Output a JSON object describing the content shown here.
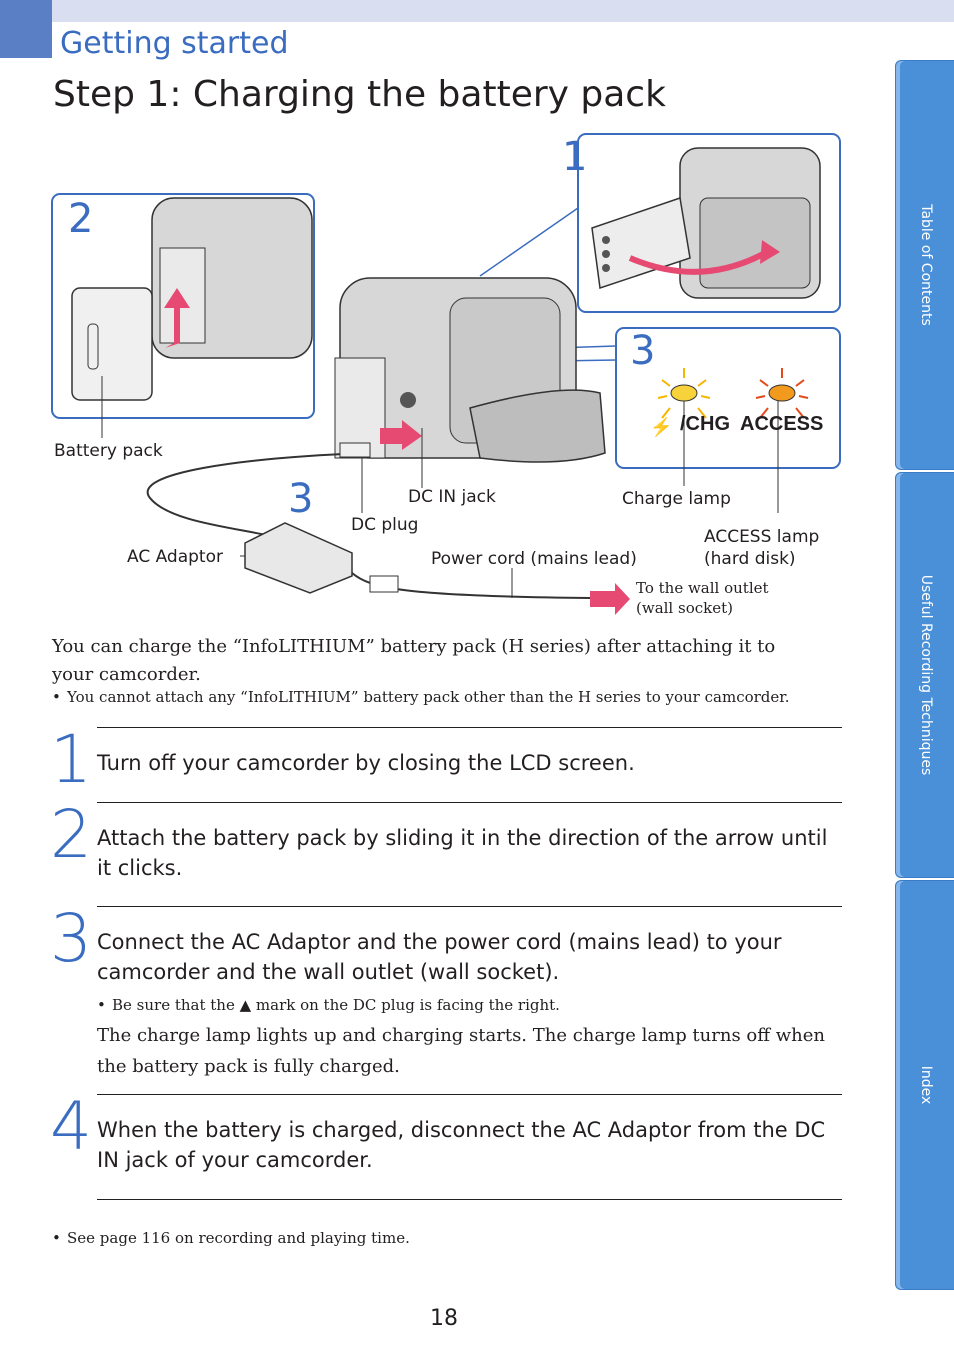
{
  "header": {
    "section": "Getting started",
    "title": "Step 1: Charging the battery pack"
  },
  "figure": {
    "panel_numbers": [
      "1",
      "2",
      "3",
      "3"
    ],
    "labels": {
      "battery_pack": "Battery pack",
      "dc_in_jack": "DC IN jack",
      "dc_plug": "DC plug",
      "charge_lamp": "Charge lamp",
      "access_lamp": "ACCESS lamp\n(hard disk)",
      "ac_adaptor": "AC Adaptor",
      "power_cord": "Power cord (mains lead)",
      "wall_outlet": "To the wall outlet\n(wall socket)",
      "chg_mark": "/CHG",
      "access_mark": "ACCESS"
    }
  },
  "intro": {
    "text": "You can charge the “InfoLITHIUM” battery pack (H series) after attaching it to your camcorder.",
    "note": "You cannot attach any “InfoLITHIUM” battery pack other than the H series to your camcorder."
  },
  "steps": [
    {
      "num": "1",
      "text": "Turn off your camcorder by closing the LCD screen."
    },
    {
      "num": "2",
      "text": "Attach the battery pack by sliding it in the direction of the arrow until it clicks."
    },
    {
      "num": "3",
      "text": "Connect the AC Adaptor and the power cord (mains lead) to your camcorder and the wall outlet (wall socket).",
      "note": "Be sure that the ▲ mark on the DC plug is facing the right.",
      "body": "The charge lamp lights up and charging starts. The charge lamp turns off when the battery pack is fully charged."
    },
    {
      "num": "4",
      "text": "When the battery is charged, disconnect the AC Adaptor from the DC IN jack of your camcorder."
    }
  ],
  "footer_note": "See page 116 on recording and playing time.",
  "page_number": "18",
  "side_tabs": [
    "Table of Contents",
    "Useful Recording Techniques",
    "Index"
  ],
  "colors": {
    "accent": "#3a6cc0",
    "tab": "#4a90d9",
    "lamp_orange": "#f29a1e",
    "lamp_amber": "#f7d23a"
  }
}
